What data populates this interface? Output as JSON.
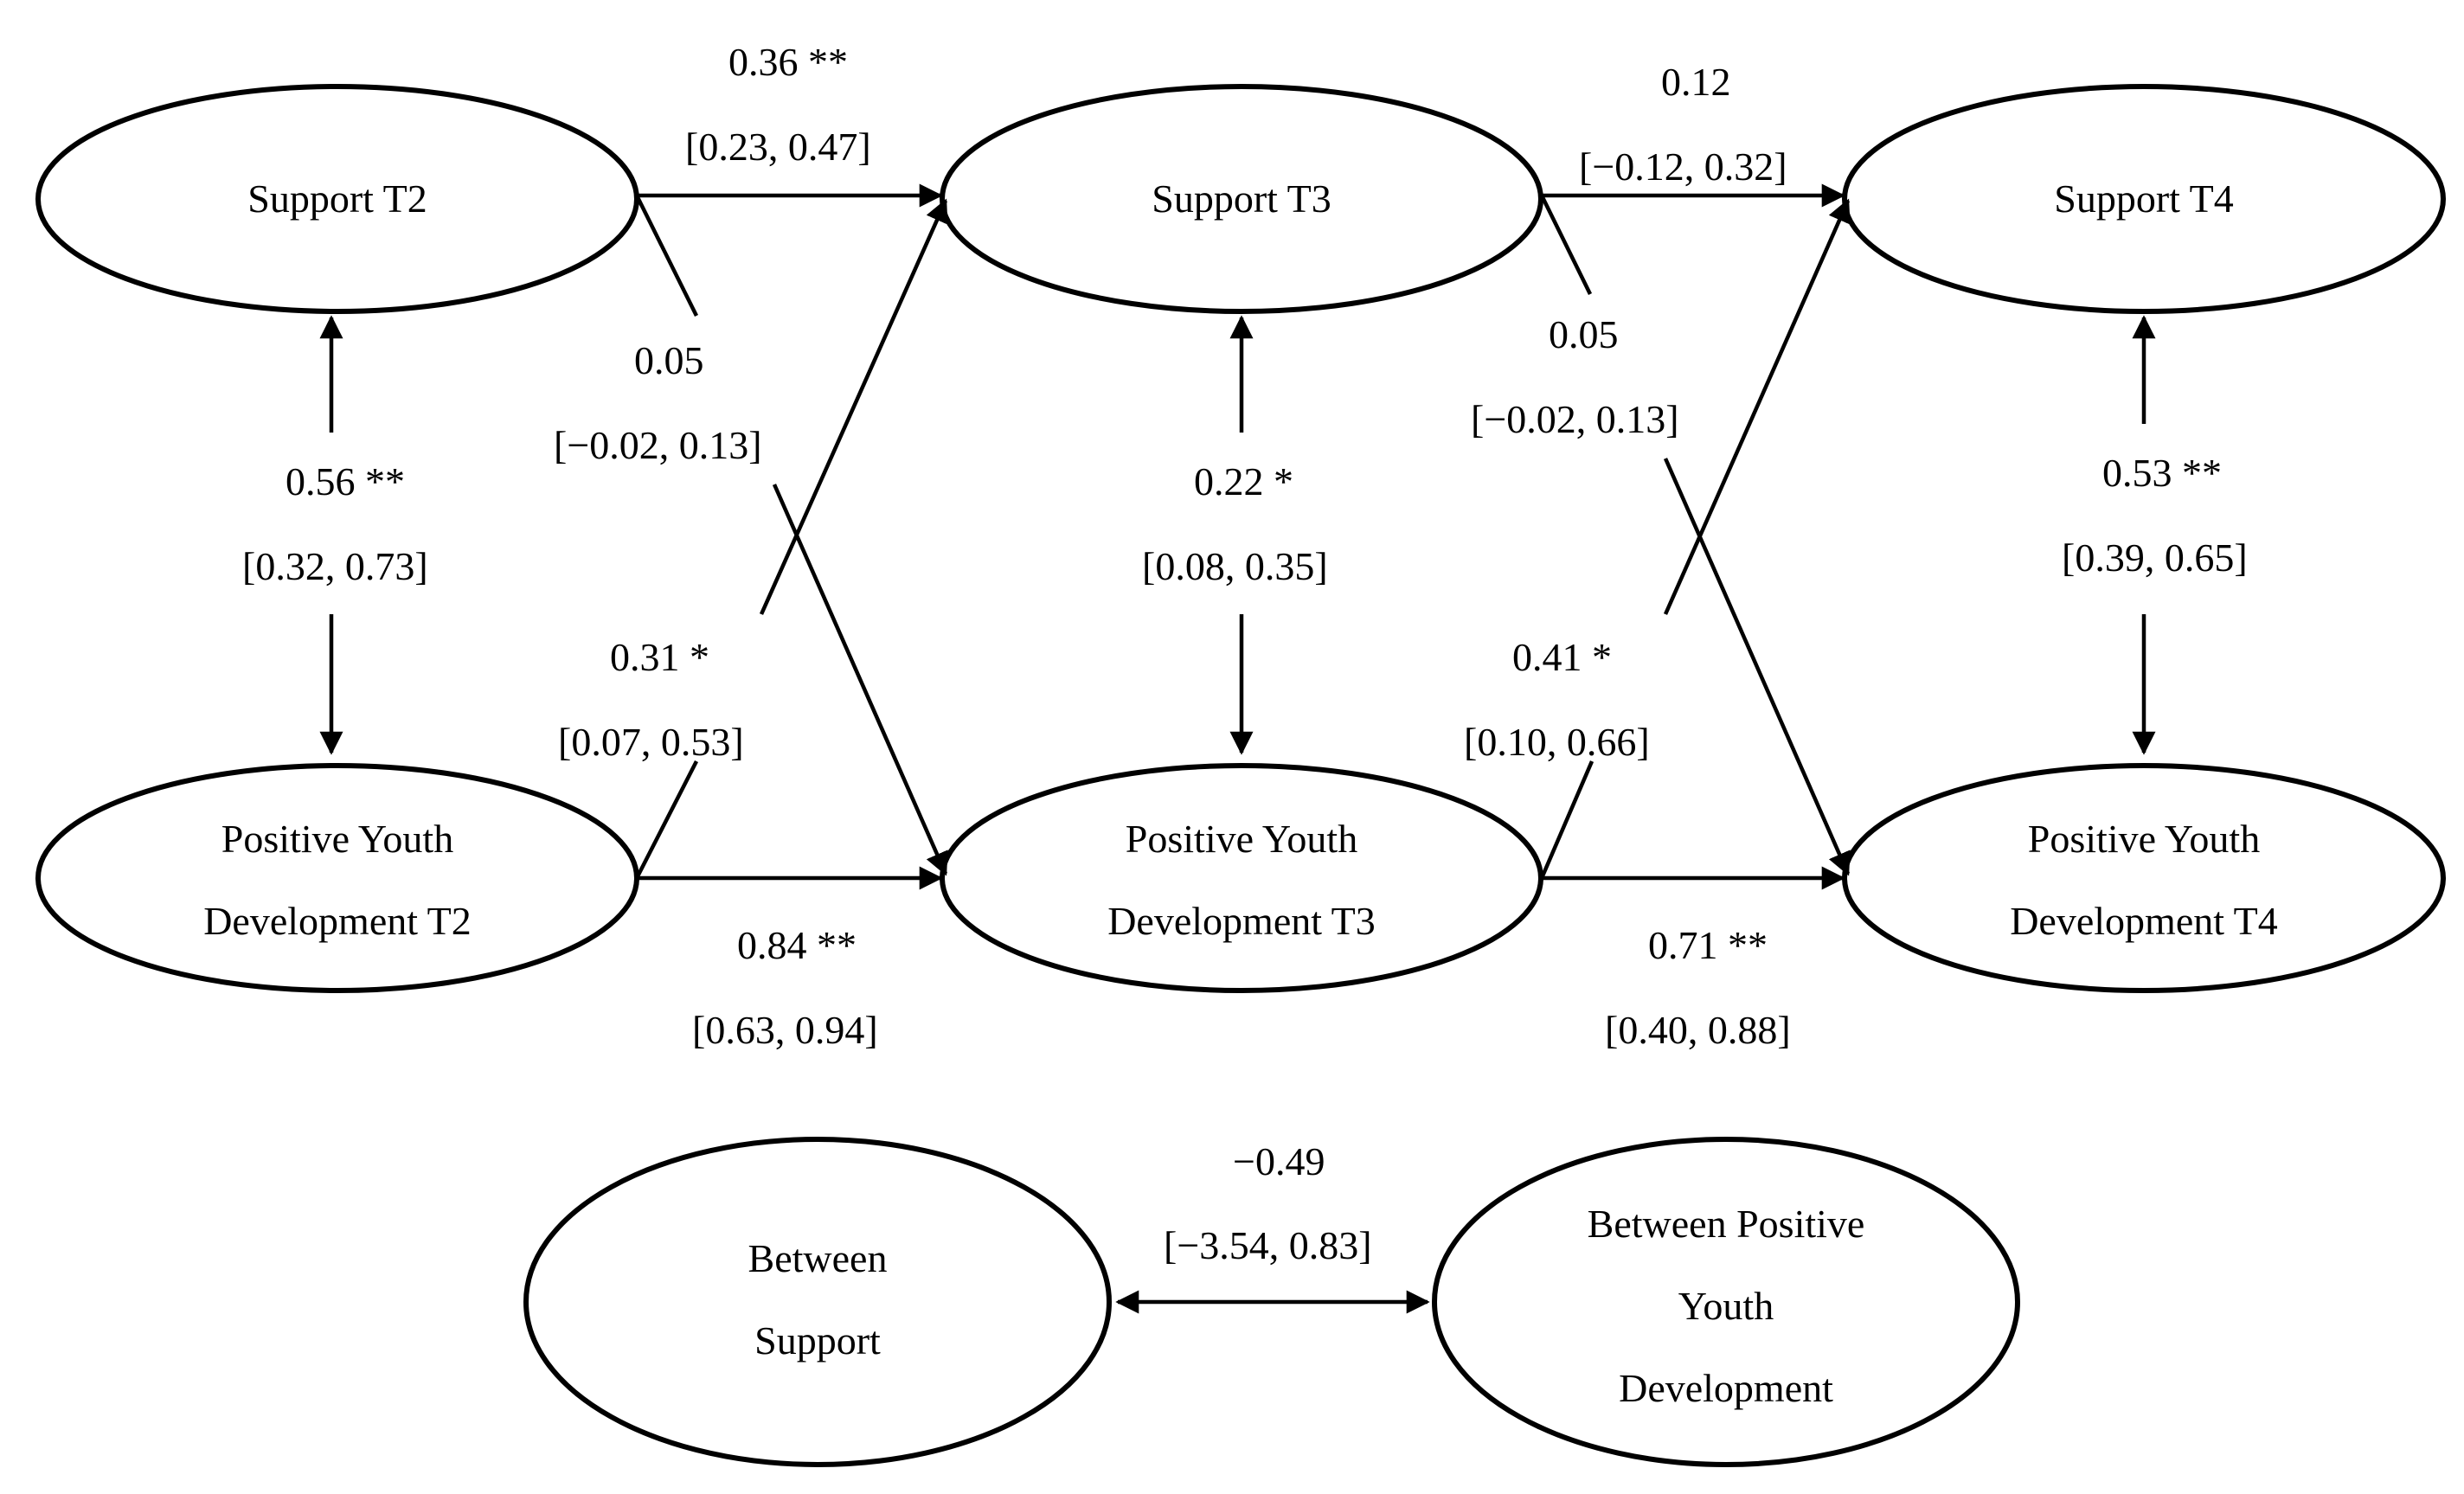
{
  "nodes": {
    "support_t2": {
      "lines": [
        "Support T2"
      ]
    },
    "support_t3": {
      "lines": [
        "Support T3"
      ]
    },
    "support_t4": {
      "lines": [
        "Support T4"
      ]
    },
    "pyd_t2": {
      "lines": [
        "Positive Youth",
        "Development T2"
      ]
    },
    "pyd_t3": {
      "lines": [
        "Positive Youth",
        "Development T3"
      ]
    },
    "pyd_t4": {
      "lines": [
        "Positive Youth",
        "Development T4"
      ]
    },
    "between_support": {
      "lines": [
        "Between",
        "Support"
      ]
    },
    "between_pyd": {
      "lines": [
        "Between Positive",
        "Youth",
        "Development"
      ]
    }
  },
  "paths": {
    "s2_s3": {
      "estimate": "0.36 **",
      "ci": "[0.23, 0.47]"
    },
    "s3_s4": {
      "estimate": "0.12",
      "ci": "[−0.12, 0.32]"
    },
    "s2_p3": {
      "estimate": "0.05",
      "ci": "[−0.02, 0.13]"
    },
    "s3_p4": {
      "estimate": "0.05",
      "ci": "[−0.02, 0.13]"
    },
    "s2_p2": {
      "estimate": "0.56 **",
      "ci": "[0.32, 0.73]"
    },
    "s3_p3": {
      "estimate": "0.22 *",
      "ci": "[0.08, 0.35]"
    },
    "s4_p4": {
      "estimate": "0.53 **",
      "ci": "[0.39, 0.65]"
    },
    "p2_s3": {
      "estimate": "0.31 *",
      "ci": "[0.07, 0.53]"
    },
    "p3_s4": {
      "estimate": "0.41 *",
      "ci": "[0.10, 0.66]"
    },
    "p2_p3": {
      "estimate": "0.84 **",
      "ci": "[0.63, 0.94]"
    },
    "p3_p4": {
      "estimate": "0.71 **",
      "ci": "[0.40, 0.88]"
    },
    "between": {
      "estimate": "−0.49",
      "ci": "[−3.54, 0.83]"
    }
  }
}
